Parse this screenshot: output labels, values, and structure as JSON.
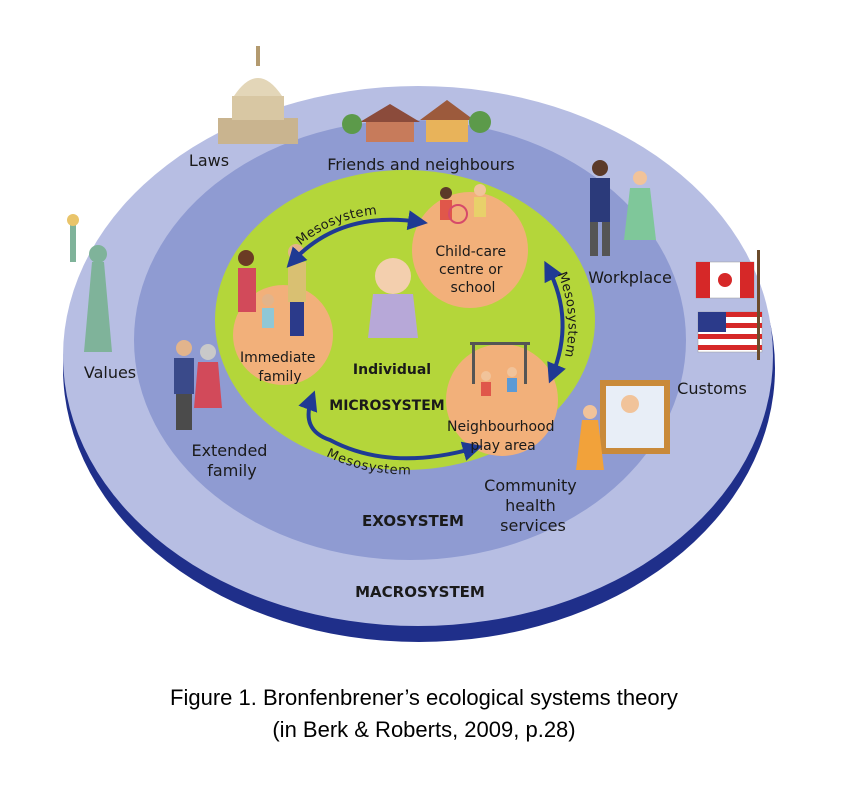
{
  "systems": {
    "macro": "MACROSYSTEM",
    "exo": "EXOSYSTEM",
    "micro": "MICROSYSTEM",
    "individual": "Individual"
  },
  "micro_settings": {
    "family": [
      "Immediate",
      "family"
    ],
    "school": [
      "Child-care",
      "centre or",
      "school"
    ],
    "play": [
      "Neighbourhood",
      "play area"
    ]
  },
  "mesosystem": [
    "Mesosystem",
    "Mesosystem",
    "Mesosystem"
  ],
  "exo_items": {
    "friends": "Friends and neighbours",
    "workplace": "Workplace",
    "extended": [
      "Extended",
      "family"
    ],
    "health": [
      "Community",
      "health",
      "services"
    ]
  },
  "macro_items": {
    "laws": "Laws",
    "values": "Values",
    "customs": "Customs"
  },
  "caption": {
    "line1": "Figure 1. Bronfenbrener’s ecological systems theory",
    "line2": "(in Berk & Roberts, 2009, p.28)"
  },
  "colors": {
    "macro": "#b7bee3",
    "exo": "#8f9bd2",
    "micro": "#b4d63a",
    "setting": "#f2b07a",
    "arrow": "#1f3a93",
    "rim": "#1f2f8a"
  }
}
